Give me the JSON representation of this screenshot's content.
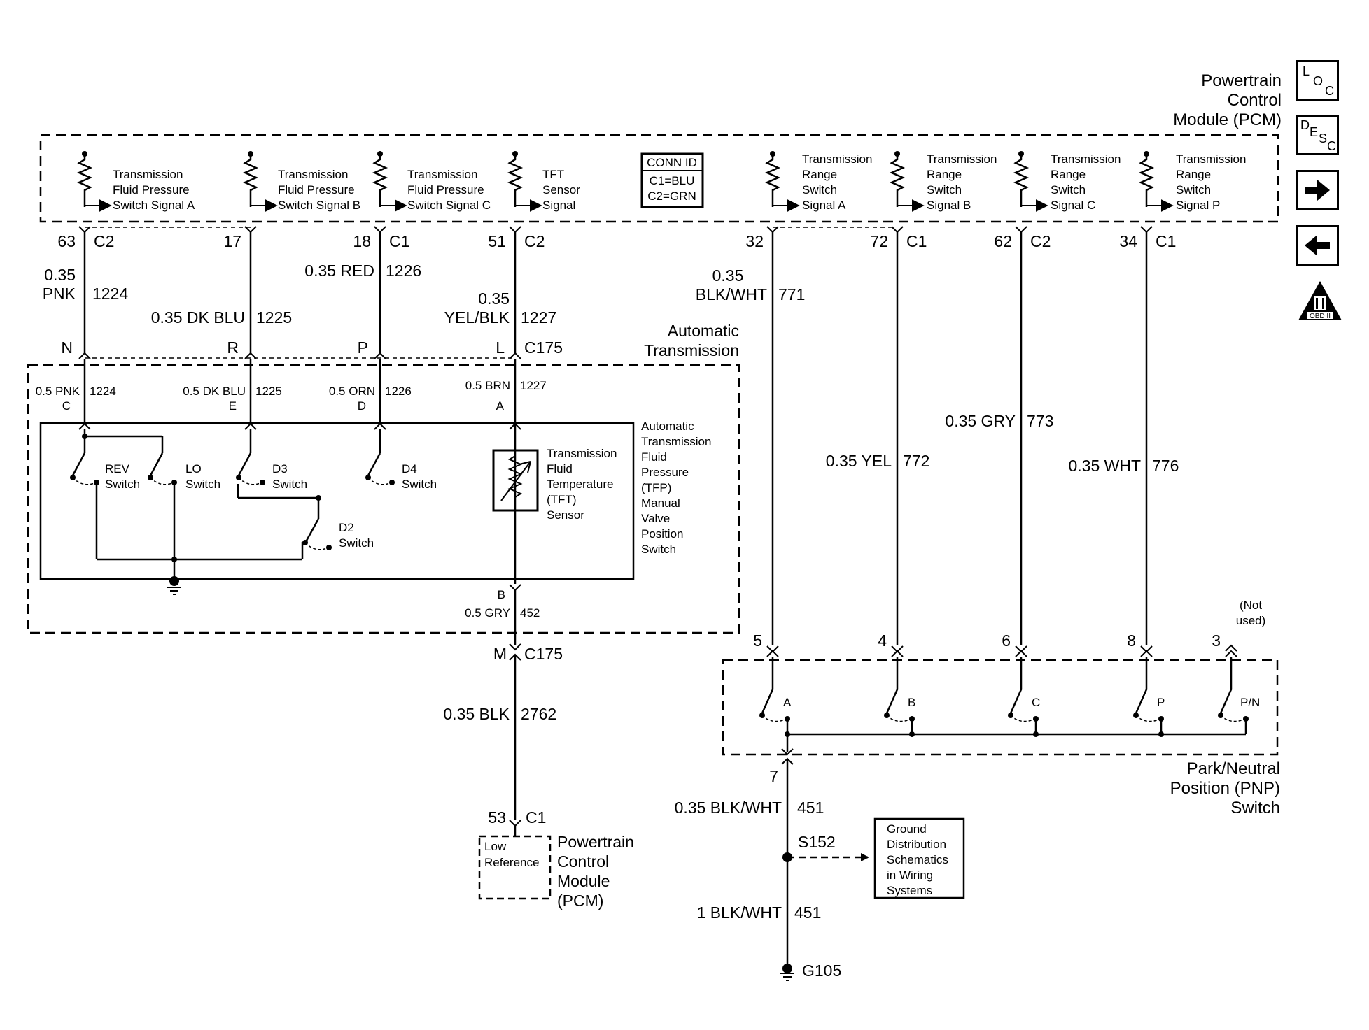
{
  "pcm_top": {
    "title": [
      "Powertrain",
      "Control",
      "Module (PCM)"
    ]
  },
  "conn_id": {
    "header": "CONN ID",
    "lines": [
      "C1=BLU",
      "C2=GRN"
    ]
  },
  "pcm_inputs": [
    {
      "label": [
        "Transmission",
        "Fluid Pressure",
        "Switch Signal A"
      ],
      "pin": "63",
      "conn": "C2",
      "gauge": [
        "0.35",
        "PNK"
      ],
      "circuit": "1224"
    },
    {
      "label": [
        "Transmission",
        "Fluid Pressure",
        "Switch Signal B"
      ],
      "pin": "17",
      "conn": "",
      "gauge": [
        "0.35 DK BLU"
      ],
      "circuit": "1225"
    },
    {
      "label": [
        "Transmission",
        "Fluid Pressure",
        "Switch Signal C"
      ],
      "pin": "18",
      "conn": "C1",
      "gauge": [
        "0.35 RED"
      ],
      "circuit": "1226"
    },
    {
      "label": [
        "TFT",
        "Sensor",
        "Signal"
      ],
      "pin": "51",
      "conn": "C2",
      "gauge": [
        "0.35",
        "YEL/BLK"
      ],
      "circuit": "1227"
    },
    {
      "label": [
        "Transmission",
        "Range",
        "Switch",
        "Signal A"
      ],
      "pin": "32",
      "conn": "",
      "gauge": [
        "0.35",
        "BLK/WHT"
      ],
      "circuit": "771"
    },
    {
      "label": [
        "Transmission",
        "Range",
        "Switch",
        "Signal B"
      ],
      "pin": "72",
      "conn": "C1",
      "gauge": [
        "0.35 YEL"
      ],
      "circuit": "772"
    },
    {
      "label": [
        "Transmission",
        "Range",
        "Switch",
        "Signal C"
      ],
      "pin": "62",
      "conn": "C2",
      "gauge": [
        "0.35 GRY"
      ],
      "circuit": "773"
    },
    {
      "label": [
        "Transmission",
        "Range",
        "Switch",
        "Signal P"
      ],
      "pin": "34",
      "conn": "C1",
      "gauge": [
        "0.35 WHT"
      ],
      "circuit": "776"
    }
  ],
  "c175": {
    "name": "C175",
    "pins": [
      "N",
      "R",
      "P",
      "L"
    ],
    "lower_pin": "M",
    "title": [
      "Automatic",
      "Transmission"
    ]
  },
  "trans_wires": [
    {
      "gauge": "0.5 PNK",
      "circuit": "1224",
      "pin": "C"
    },
    {
      "gauge": "0.5 DK BLU",
      "circuit": "1225",
      "pin": "E"
    },
    {
      "gauge": "0.5 ORN",
      "circuit": "1226",
      "pin": "D"
    },
    {
      "gauge": "0.5 BRN",
      "circuit": "1227",
      "pin": "A"
    }
  ],
  "switches": {
    "rev": [
      "REV",
      "Switch"
    ],
    "lo": [
      "LO",
      "Switch"
    ],
    "d3": [
      "D3",
      "Switch"
    ],
    "d4": [
      "D4",
      "Switch"
    ],
    "d2": [
      "D2",
      "Switch"
    ]
  },
  "tft_sensor": [
    "Transmission",
    "Fluid",
    "Temperature",
    "(TFT)",
    "Sensor"
  ],
  "manual_valve": [
    "Automatic",
    "Transmission",
    "Fluid",
    "Pressure",
    "(TFP)",
    "Manual",
    "Valve",
    "Position",
    "Switch"
  ],
  "tft_return": {
    "pin": "B",
    "gauge": "0.5 GRY",
    "circuit": "452"
  },
  "low_ref": {
    "gauge": "0.35 BLK",
    "circuit": "2762",
    "pin": "53",
    "conn": "C1",
    "box": [
      "Low",
      "Reference"
    ],
    "title": [
      "Powertrain",
      "Control",
      "Module",
      "(PCM)"
    ]
  },
  "pnp": {
    "pins": [
      "5",
      "4",
      "6",
      "8",
      "3"
    ],
    "switch_labels": [
      "A",
      "B",
      "C",
      "P",
      "P/N"
    ],
    "not_used": [
      "(Not",
      "used)"
    ],
    "title": [
      "Park/Neutral",
      "Position (PNP)",
      "Switch"
    ],
    "out_pin": "7"
  },
  "ground": {
    "wire1": {
      "gauge": "0.35 BLK/WHT",
      "circuit": "451"
    },
    "splice": "S152",
    "ref_box": [
      "Ground",
      "Distribution",
      "Schematics",
      "in Wiring",
      "Systems"
    ],
    "wire2": {
      "gauge": "1 BLK/WHT",
      "circuit": "451"
    },
    "ground_id": "G105"
  },
  "side_icons": {
    "loc": "LOC",
    "desc": "DESC",
    "next": "next-arrow",
    "prev": "prev-arrow",
    "obd": "OBD II"
  }
}
